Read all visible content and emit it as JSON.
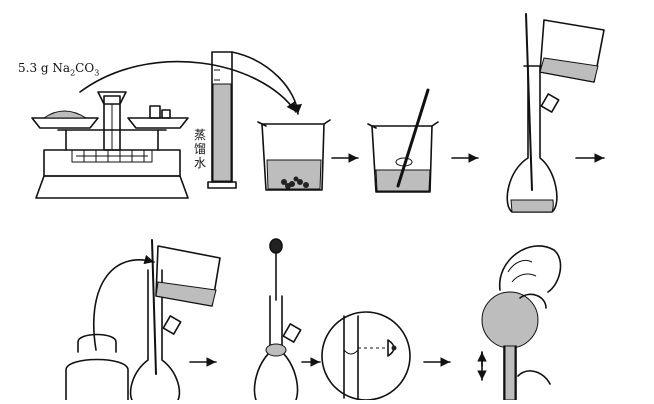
{
  "labels": {
    "mass_value": "5.3 g",
    "formula_prefix": "Na",
    "formula_sub1": "2",
    "formula_mid": "CO",
    "formula_sub2": "3",
    "water": "蒸馏水"
  },
  "steps": [
    {
      "id": "weigh",
      "icon": "balance-icon"
    },
    {
      "id": "dissolve",
      "icon": "beaker-icon"
    },
    {
      "id": "stir",
      "icon": "glass-rod-icon"
    },
    {
      "id": "transfer",
      "icon": "volumetric-flask-icon"
    },
    {
      "id": "rinse",
      "icon": "beaker-pour-icon"
    },
    {
      "id": "top-up",
      "icon": "dropper-icon"
    },
    {
      "id": "read-meniscus",
      "icon": "eye-icon"
    },
    {
      "id": "invert-shake",
      "icon": "hand-icon"
    }
  ]
}
